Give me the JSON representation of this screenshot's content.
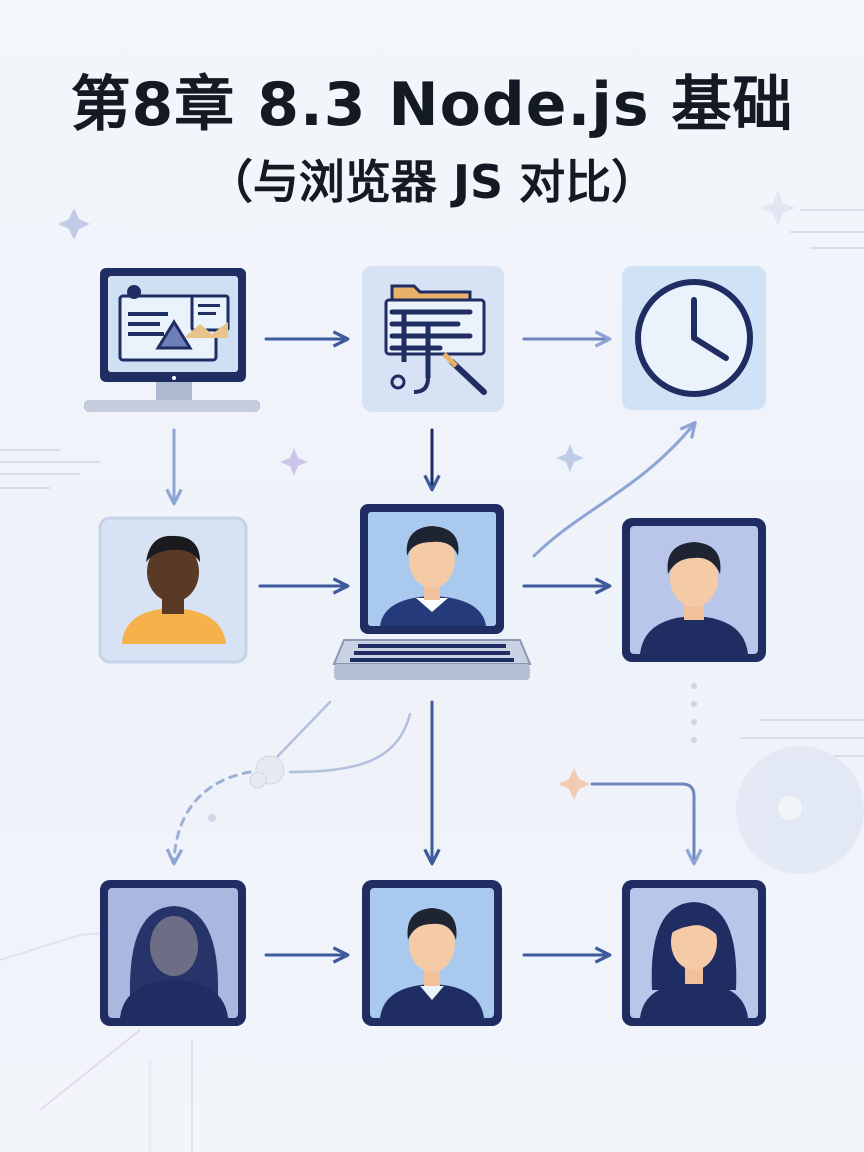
{
  "header": {
    "title": "第8章 8.3 Node.js 基础",
    "subtitle": "（与浏览器 JS 对比）"
  },
  "colors": {
    "navy": "#1f2d63",
    "arrow": "#3d5a9c",
    "tile_light": "#d7e3f4",
    "tile_blue": "#c3d8f2",
    "background": "#f3f6fb"
  },
  "diagram": {
    "nodes": [
      {
        "id": "desktop-computer",
        "icon": "desktop-monitor-icon"
      },
      {
        "id": "code-editor",
        "icon": "code-editor-icon"
      },
      {
        "id": "clock",
        "icon": "clock-icon"
      },
      {
        "id": "user-orange",
        "icon": "person-icon"
      },
      {
        "id": "developer-laptop",
        "icon": "laptop-person-icon"
      },
      {
        "id": "user-right",
        "icon": "person-icon"
      },
      {
        "id": "user-woman-dark",
        "icon": "person-icon"
      },
      {
        "id": "user-man",
        "icon": "person-icon"
      },
      {
        "id": "user-woman",
        "icon": "person-icon"
      }
    ],
    "edges": [
      [
        "desktop-computer",
        "code-editor"
      ],
      [
        "code-editor",
        "clock"
      ],
      [
        "desktop-computer",
        "user-orange"
      ],
      [
        "code-editor",
        "developer-laptop"
      ],
      [
        "user-orange",
        "developer-laptop"
      ],
      [
        "developer-laptop",
        "user-right"
      ],
      [
        "developer-laptop",
        "clock"
      ],
      [
        "developer-laptop",
        "user-man"
      ],
      [
        "developer-laptop",
        "user-woman-dark"
      ],
      [
        "user-woman-dark",
        "user-man"
      ],
      [
        "user-man",
        "user-woman"
      ],
      [
        "user-right",
        "user-woman"
      ]
    ]
  }
}
